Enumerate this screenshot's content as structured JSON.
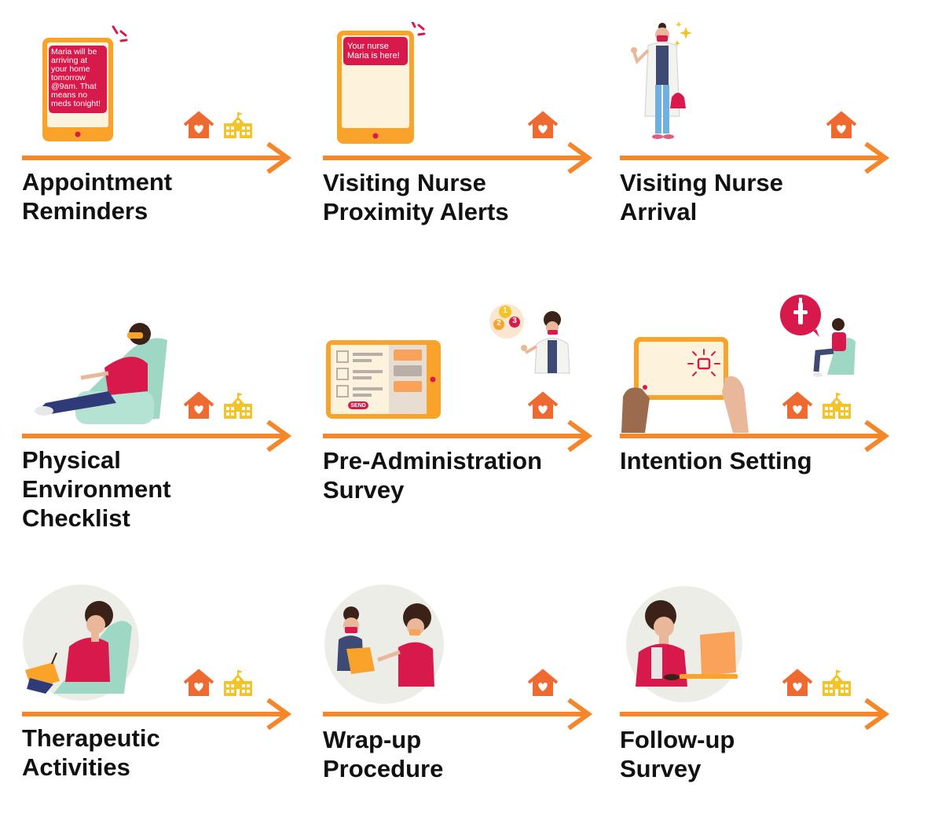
{
  "colors": {
    "arrow": "#F6862A",
    "home_icon": "#EE6A30",
    "school_icon": "#F4C327",
    "device": "#F9A32B",
    "alert_red": "#D8194C",
    "mint": "#9ED8C4",
    "skin_light": "#E9B89A",
    "hair": "#3B2218"
  },
  "steps": [
    {
      "id": "appointment-reminders",
      "title_lines": [
        "Appointment",
        "Reminders"
      ],
      "message": [
        "Maria will be",
        "arriving at",
        "your home",
        "tomorrow",
        "@9am. That",
        "means no",
        "meds tonight!"
      ],
      "icons": [
        "home-heart-icon",
        "school-icon"
      ]
    },
    {
      "id": "proximity-alerts",
      "title_lines": [
        "Visiting Nurse",
        "Proximity Alerts"
      ],
      "message": [
        "Your nurse",
        "Maria is here!"
      ],
      "icons": [
        "home-heart-icon"
      ]
    },
    {
      "id": "nurse-arrival",
      "title_lines": [
        "Visiting Nurse",
        "Arrival"
      ],
      "icons": [
        "home-heart-icon"
      ]
    },
    {
      "id": "environment-checklist",
      "title_lines": [
        "Physical",
        "Environment",
        "Checklist"
      ],
      "icons": [
        "home-heart-icon",
        "school-icon"
      ]
    },
    {
      "id": "pre-admin-survey",
      "title_lines": [
        "Pre-Administration",
        "Survey"
      ],
      "send_label": "SEND",
      "numbers": [
        "1",
        "2",
        "3"
      ],
      "icons": [
        "home-heart-icon"
      ]
    },
    {
      "id": "intention-setting",
      "title_lines": [
        "Intention Setting"
      ],
      "icons": [
        "home-heart-icon",
        "school-icon"
      ]
    },
    {
      "id": "therapeutic-activities",
      "title_lines": [
        "Therapeutic",
        "Activities"
      ],
      "icons": [
        "home-heart-icon",
        "school-icon"
      ]
    },
    {
      "id": "wrap-up",
      "title_lines": [
        "Wrap-up",
        "Procedure"
      ],
      "icons": [
        "home-heart-icon"
      ]
    },
    {
      "id": "follow-up-survey",
      "title_lines": [
        "Follow-up",
        "Survey"
      ],
      "icons": [
        "home-heart-icon",
        "school-icon"
      ]
    }
  ]
}
